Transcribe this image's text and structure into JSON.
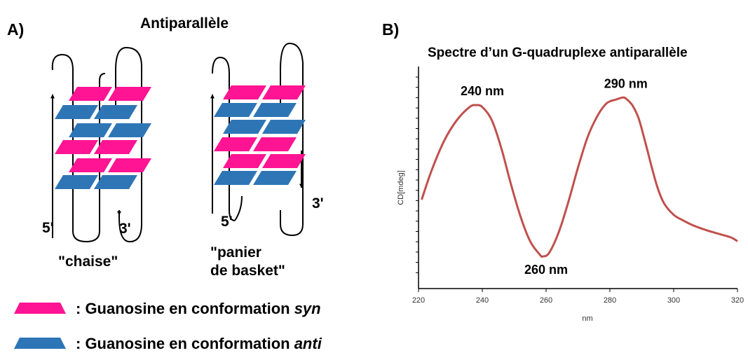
{
  "panel_a": {
    "label": "A)",
    "title": "Antiparallèle",
    "diagrams": [
      {
        "name_line1": "\"chaise\"",
        "name_line2": "",
        "end_5": "5'",
        "end_3": "3'"
      },
      {
        "name_line1": "\"panier",
        "name_line2": "de basket\"",
        "end_5": "5'",
        "end_3": "3'"
      }
    ],
    "legend": [
      {
        "text": ": Guanosine en conformation ",
        "emph": "syn",
        "color": "#ff1493"
      },
      {
        "text": ": Guanosine en conformation ",
        "emph": "anti",
        "color": "#2e75b6"
      }
    ]
  },
  "panel_b": {
    "label": "B)"
  },
  "chart_data": {
    "type": "line",
    "title": "Spectre d’un G-quadruplexe antiparallèle",
    "xlabel": "nm",
    "ylabel": "CD[mdeg]",
    "xlim": [
      220,
      320
    ],
    "ylim": [
      0,
      100
    ],
    "x_ticks": [
      220,
      240,
      260,
      280,
      300,
      320
    ],
    "y_ticks_labeled": false,
    "grid": false,
    "line_color": "#c0504d",
    "series": [
      {
        "x": [
          221,
          224,
          228,
          232,
          236,
          238,
          240,
          243,
          246,
          249,
          252,
          255,
          258,
          259,
          261,
          264,
          267,
          270,
          273,
          276,
          279,
          282,
          284,
          285,
          287,
          289,
          291,
          293,
          295,
          297,
          300,
          303,
          306,
          310,
          314,
          318,
          322
        ],
        "values": [
          37,
          52,
          68,
          79,
          86,
          87,
          86,
          79,
          64,
          45,
          28,
          15,
          8,
          7,
          9,
          20,
          36,
          54,
          70,
          81,
          88,
          90,
          91,
          90.5,
          87,
          80,
          68,
          55,
          43,
          35,
          29,
          26,
          23.5,
          21,
          19,
          17,
          15
        ]
      }
    ],
    "annotations": [
      {
        "text": "240 nm",
        "x": 240,
        "y": 87
      },
      {
        "text": "260 nm",
        "x": 260,
        "y": 7
      },
      {
        "text": "290 nm",
        "x": 285,
        "y": 91
      }
    ]
  }
}
